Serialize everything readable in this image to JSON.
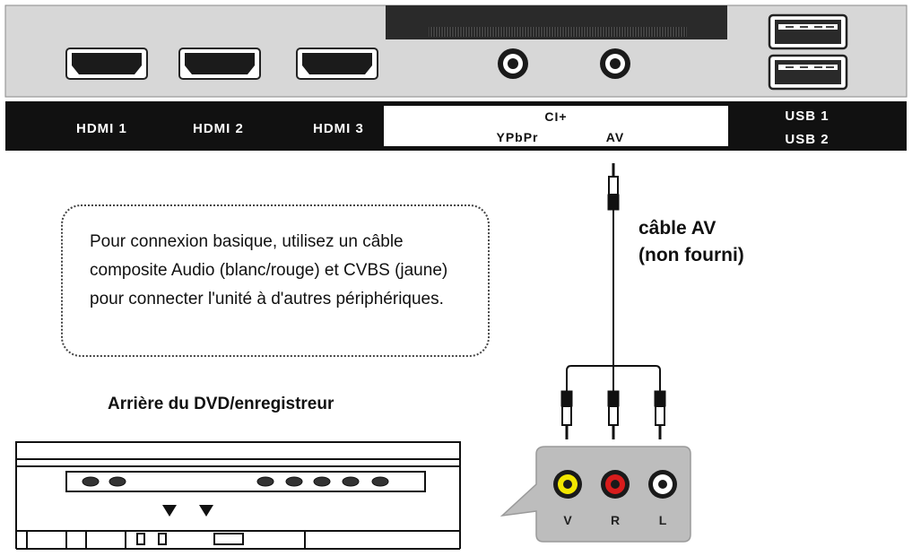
{
  "tv_panel": {
    "hdmi_labels": [
      "HDMI 1",
      "HDMI 2",
      "HDMI 3"
    ],
    "ci_label": "CI+",
    "ypbpr_label": "YPbPr",
    "av_label": "AV",
    "usb_labels": [
      "USB 1",
      "USB 2"
    ]
  },
  "note": {
    "text": "Pour connexion basique, utilisez un câble composite Audio (blanc/rouge) et CVBS (jaune) pour connecter l'unité à d'autres périphériques."
  },
  "cable": {
    "line1": "câble AV",
    "line2": "(non fourni)"
  },
  "dvd": {
    "title": "Arrière du DVD/enregistreur"
  },
  "rca_jacks": [
    {
      "label": "V",
      "color": "#f2e600"
    },
    {
      "label": "R",
      "color": "#d81c1c"
    },
    {
      "label": "L",
      "color": "#ffffff"
    }
  ],
  "colors": {
    "panel_bg": "#d7d7d7",
    "label_bar": "#111111",
    "jack_box": "#bdbdbd"
  }
}
